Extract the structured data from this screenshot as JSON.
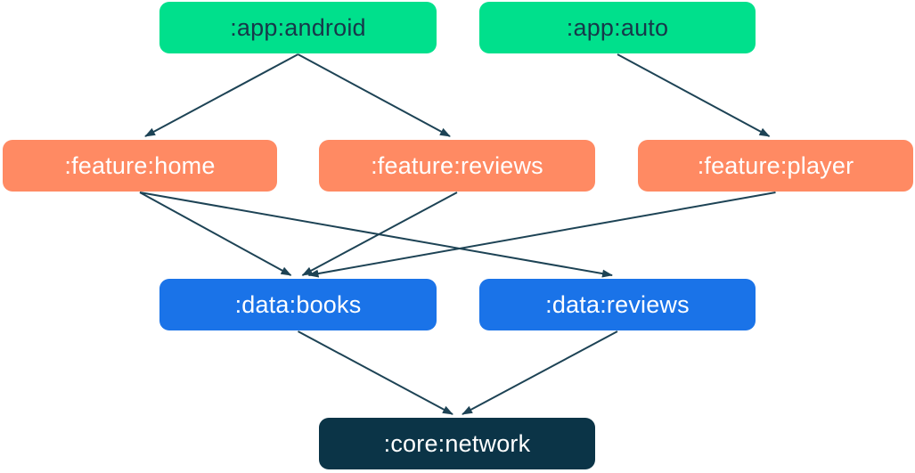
{
  "diagram": {
    "kind": "module-dependency-graph",
    "background_color": "#ffffff",
    "arrow_color": "#1d4355",
    "node_types": {
      "app": {
        "fill": "#00e08c",
        "text_color": "#17384a"
      },
      "feature": {
        "fill": "#ff8a63",
        "text_color": "#ffffff"
      },
      "data": {
        "fill": "#1a73e8",
        "text_color": "#ffffff"
      },
      "core": {
        "fill": "#0b3447",
        "text_color": "#ffffff"
      }
    },
    "nodes": [
      {
        "id": "app-android",
        "label": ":app:android",
        "type": "app"
      },
      {
        "id": "app-auto",
        "label": ":app:auto",
        "type": "app"
      },
      {
        "id": "feature-home",
        "label": ":feature:home",
        "type": "feature"
      },
      {
        "id": "feature-reviews",
        "label": ":feature:reviews",
        "type": "feature"
      },
      {
        "id": "feature-player",
        "label": ":feature:player",
        "type": "feature"
      },
      {
        "id": "data-books",
        "label": ":data:books",
        "type": "data"
      },
      {
        "id": "data-reviews",
        "label": ":data:reviews",
        "type": "data"
      },
      {
        "id": "core-network",
        "label": ":core:network",
        "type": "core"
      }
    ],
    "edges": [
      {
        "from": "app-android",
        "to": "feature-home"
      },
      {
        "from": "app-android",
        "to": "feature-reviews"
      },
      {
        "from": "app-auto",
        "to": "feature-player"
      },
      {
        "from": "feature-home",
        "to": "data-books"
      },
      {
        "from": "feature-home",
        "to": "data-reviews"
      },
      {
        "from": "feature-reviews",
        "to": "data-books"
      },
      {
        "from": "feature-player",
        "to": "data-books"
      },
      {
        "from": "data-books",
        "to": "core-network"
      },
      {
        "from": "data-reviews",
        "to": "core-network"
      }
    ]
  }
}
